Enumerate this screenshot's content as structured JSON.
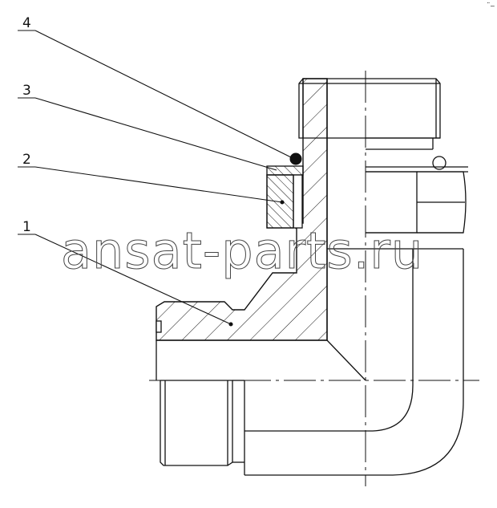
{
  "drawing": {
    "callouts": [
      {
        "number": "4"
      },
      {
        "number": "3"
      },
      {
        "number": "2"
      },
      {
        "number": "1"
      }
    ],
    "corner_mark": "¨‒",
    "watermark": "ansat-parts.ru",
    "line_color": "#111111",
    "background": "#ffffff"
  }
}
